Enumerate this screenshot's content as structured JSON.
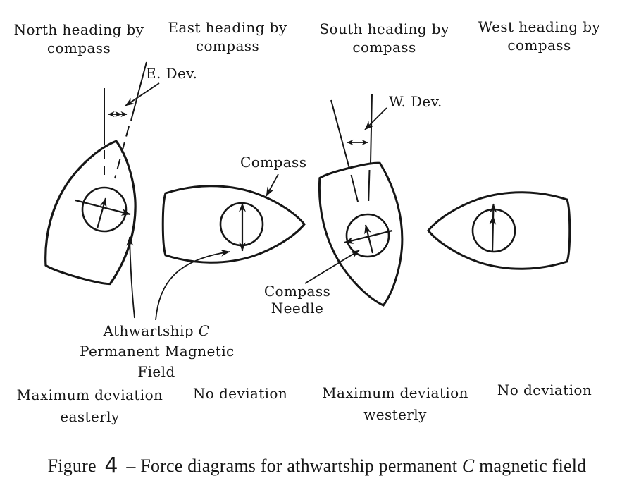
{
  "figure": {
    "headings": [
      {
        "line1": "North heading by",
        "line2": "compass"
      },
      {
        "line1": "East heading by",
        "line2": "compass"
      },
      {
        "line1": "South heading by",
        "line2": "compass"
      },
      {
        "line1": "West heading by",
        "line2": "compass"
      }
    ],
    "deviation_labels": {
      "east": "E. Dev.",
      "west": "W. Dev."
    },
    "callouts": {
      "compass": "Compass",
      "compass_needle_line1": "Compass",
      "compass_needle_line2": "Needle",
      "athwartship_prefix": "Athwartship",
      "athwartship_c": "C",
      "athwartship_line2": "Permanent Magnetic",
      "athwartship_line3": "Field"
    },
    "results": [
      {
        "line1": "Maximum deviation",
        "line2": "easterly"
      },
      {
        "line1": "No deviation",
        "line2": ""
      },
      {
        "line1": "Maximum deviation",
        "line2": "westerly"
      },
      {
        "line1": "No deviation",
        "line2": ""
      }
    ],
    "caption": {
      "label": "Figure",
      "number": "4",
      "separator": "–",
      "text_before_c": "Force diagrams for athwartship permanent",
      "c_symbol": "C",
      "text_after_c": "magnetic field"
    },
    "colors": {
      "ink": "#161616",
      "background": "#ffffff"
    }
  }
}
